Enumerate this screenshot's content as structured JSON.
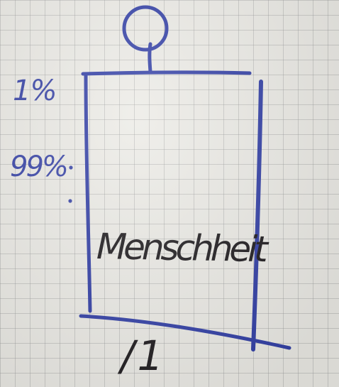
{
  "drawing": {
    "share_top": "1%",
    "share_bottom": "99%",
    "word": "Menschheit",
    "fraction": "/1"
  },
  "colors": {
    "paper": "#ecebe6",
    "grid": "#9a9a9a",
    "blue_ink": "#3340a6",
    "black_ink": "#1f1c1f"
  }
}
